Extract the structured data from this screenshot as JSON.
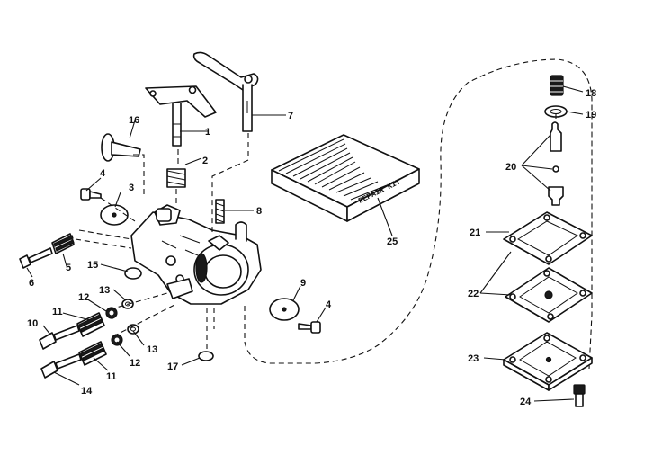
{
  "callouts": {
    "c1": "1",
    "c2": "2",
    "c3": "3",
    "c4a": "4",
    "c4b": "4",
    "c5": "5",
    "c6": "6",
    "c7": "7",
    "c8": "8",
    "c9": "9",
    "c10": "10",
    "c11a": "11",
    "c11b": "11",
    "c12a": "12",
    "c12b": "12",
    "c13a": "13",
    "c13b": "13",
    "c14": "14",
    "c15": "15",
    "c16": "16",
    "c17": "17",
    "c18": "18",
    "c19": "19",
    "c20": "20",
    "c21": "21",
    "c22": "22",
    "c23": "23",
    "c24": "24",
    "c25": "25"
  },
  "repair_kit": {
    "label": "REPAIR KIT"
  }
}
